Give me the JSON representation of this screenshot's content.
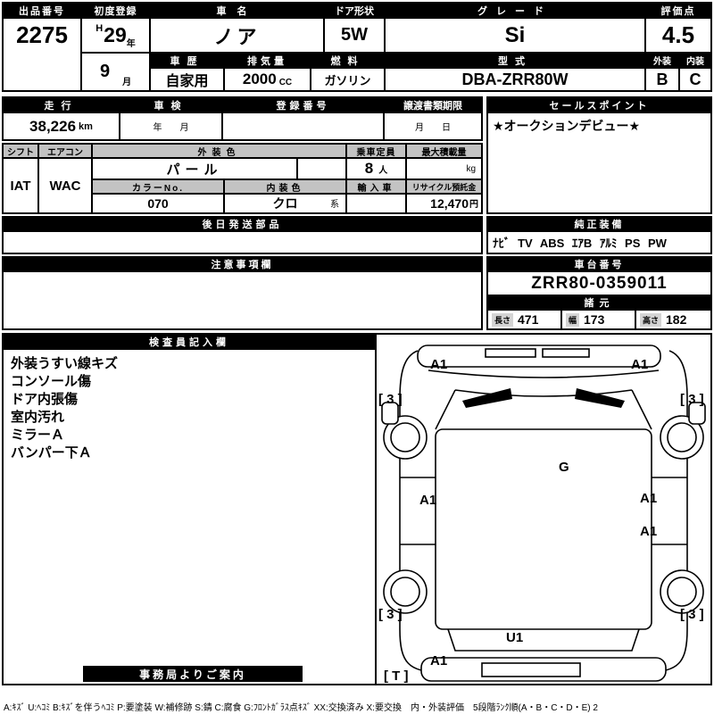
{
  "top": {
    "auction_no_label": "出品番号",
    "auction_no": "2275",
    "first_reg_label": "初度登録",
    "era": "H",
    "year": "29",
    "year_unit": "年",
    "month": "9",
    "month_unit": "月",
    "car_name_label": "車名",
    "car_name": "ノア",
    "door_label": "ドア形状",
    "door": "5W",
    "grade_label": "グレード",
    "grade": "Si",
    "score_label": "評価点",
    "score": "4.5",
    "exterior_label": "外装",
    "exterior_grade": "B",
    "interior_label": "内装",
    "interior_grade": "C",
    "history_label": "車歴",
    "history": "自家用",
    "displacement_label": "排気量",
    "displacement": "2000",
    "displacement_unit": "CC",
    "fuel_label": "燃料",
    "fuel": "ガソリン",
    "model_label": "型式",
    "model": "DBA-ZRR80W"
  },
  "mileage_row": {
    "mileage_label": "走行",
    "mileage": "38,226",
    "mileage_unit": "km",
    "inspection_label": "車検",
    "inspection_value": "年　　月",
    "registration_label": "登録番号",
    "registration_value": "",
    "transfer_label": "譲渡書類期限",
    "transfer_value": "月　　日"
  },
  "sales": {
    "label": "セールスポイント",
    "text": "★オークションデビュー★"
  },
  "colors": {
    "shift_label": "シフト",
    "shift": "IAT",
    "aircon_label": "エアコン",
    "aircon": "WAC",
    "exterior_color_label": "外装色",
    "exterior_color": "パール",
    "capacity_label": "乗車定員",
    "capacity": "8",
    "capacity_unit": "人",
    "max_load_label": "最大積載量",
    "max_load": "",
    "max_load_unit": "kg",
    "color_no_label": "カラーNo.",
    "color_no": "070",
    "interior_color_label": "内装色",
    "interior_color": "クロ",
    "interior_color_unit": "系",
    "import_label": "輸入車",
    "import_value": "",
    "recycle_label": "リサイクル預託金",
    "recycle": "12,470",
    "recycle_unit": "円"
  },
  "parts": {
    "label": "後日発送部品",
    "value": ""
  },
  "equipment": {
    "label": "純正装備",
    "value": "ﾅﾋﾞ TV ABS ｴｱB ｱﾙﾐ PS PW"
  },
  "caution": {
    "label": "注意事項欄",
    "value": ""
  },
  "chassis": {
    "label": "車台番号",
    "number": "ZRR80-0359011"
  },
  "dimensions": {
    "label": "諸元",
    "length_label": "長さ",
    "length": "471",
    "width_label": "幅",
    "width": "173",
    "height_label": "高さ",
    "height": "182"
  },
  "inspection": {
    "label": "検査員記入欄",
    "notes": [
      "外装うすい線キズ",
      "コンソール傷",
      "ドア内張傷",
      "室内汚れ",
      "ミラーＡ",
      "バンパー下Ａ"
    ],
    "office_label": "事務局よりご案内"
  },
  "diagram": {
    "labels": [
      {
        "text": "A1"
      },
      {
        "text": "A1"
      },
      {
        "text": "[ 3 ]"
      },
      {
        "text": "[ 3 ]"
      },
      {
        "text": "G"
      },
      {
        "text": "A1"
      },
      {
        "text": "A1"
      },
      {
        "text": "A1"
      },
      {
        "text": "[ 3 ]"
      },
      {
        "text": "[ 3 ]"
      },
      {
        "text": "U1"
      },
      {
        "text": "A1"
      },
      {
        "text": "[ T ]"
      }
    ]
  },
  "legend": "A:ｷｽﾞ U:ﾍｺﾐ B:ｷｽﾞを伴うﾍｺﾐ P:要塗装 W:補修跡 S:錆 C:腐食 G:ﾌﾛﾝﾄｶﾞﾗｽ点ｷｽﾞ XX:交換済み X:要交換　内・外装評価　5段階ﾗﾝｸ順(A・B・C・D・E) 2"
}
